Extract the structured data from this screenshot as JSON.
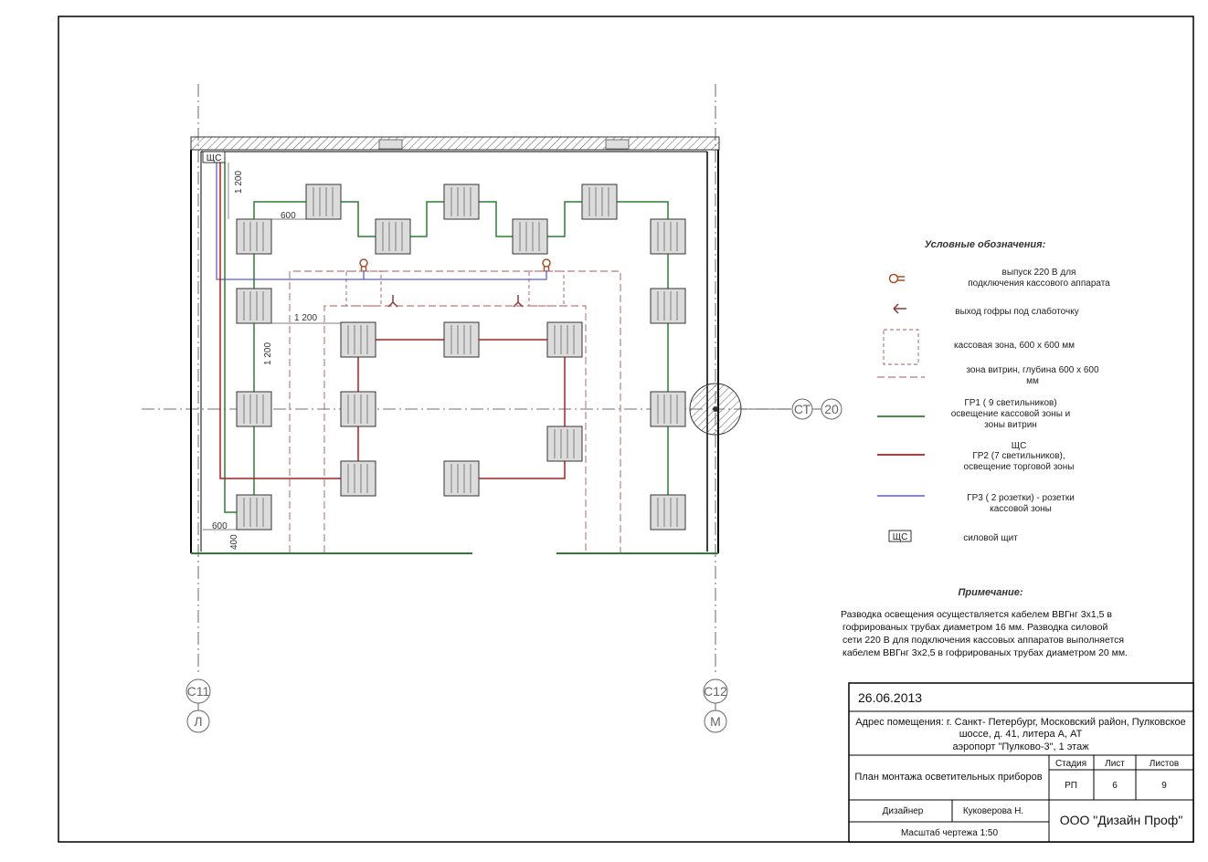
{
  "plan": {
    "panel_label": "ЩС",
    "dimensions": [
      "1 200",
      "600",
      "1 200",
      "1 200",
      "600",
      "400"
    ],
    "axes": {
      "left_top": "С11",
      "left_bottom": "Л",
      "right_top": "С12",
      "right_bottom": "М",
      "column_code": "СТ",
      "column_num": "20"
    }
  },
  "legend": {
    "title": "Условные обозначения:",
    "items": [
      {
        "lines": [
          "выпуск 220 В для",
          "подключения кассового аппарата"
        ]
      },
      {
        "lines": [
          "выход гофры под слаботочку"
        ]
      },
      {
        "lines": [
          "кассовая зона, 600 х 600 мм"
        ]
      },
      {
        "lines": [
          "зона витрин, глубина 600 х 600",
          "мм"
        ]
      },
      {
        "lines": [
          "ГР1  ( 9 светильников)",
          "освещение кассовой зоны и",
          "зоны витрин"
        ]
      },
      {
        "lines": [
          "ЩС",
          "ГР2 (7 светильников),",
          "освещение торговой зоны"
        ]
      },
      {
        "lines": [
          "ГР3 ( 2 розетки) - розетки",
          "кассовой зоны"
        ]
      },
      {
        "lines": [
          "силовой щит"
        ]
      }
    ],
    "panel_symbol": "ЩС",
    "colors": {
      "gr1": "#2e7d32",
      "gr2": "#b71c1c",
      "gr3": "#5c5ccf",
      "socket": "#a0522d",
      "zone": "#a05a5a"
    }
  },
  "note": {
    "title": "Примечание:",
    "lines": [
      "Разводка освещения осуществляется кабелем ВВГнг 3х1,5 в",
      "гофрированых трубах диаметром 16 мм. Разводка силовой",
      "сети 220 В для подключения кассовых аппаратов выполняется",
      "кабелем ВВГнг 3х2,5 в гофрированых трубах диаметром 20 мм."
    ]
  },
  "title_block": {
    "date": "26.06.2013",
    "address_lines": [
      "Адрес помещения: г. Санкт- Петербург, Московский район, Пулковское",
      "шоссе, д. 41, литера А, АТ",
      "аэропорт \"Пулково-3\", 1 этаж"
    ],
    "drawing_title": "План монтажа осветительных приборов",
    "stage_label": "Стадия",
    "sheet_label": "Лист",
    "sheets_label": "Листов",
    "stage": "РП",
    "sheet": "6",
    "sheets": "9",
    "designer_label": "Дизайнер",
    "designer": "Куковерова Н.",
    "company": "ООО \"Дизайн Проф\"",
    "scale": "Масштаб  чертежа 1:50"
  }
}
